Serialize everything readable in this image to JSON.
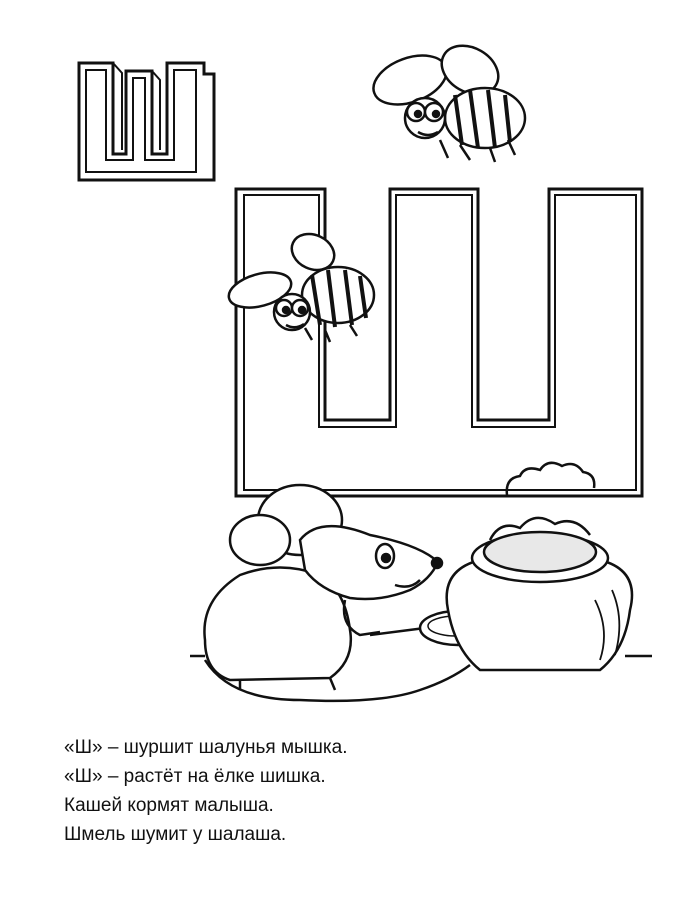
{
  "page": {
    "letter": "Ш",
    "ink_color": "#111111",
    "paper_color": "#ffffff",
    "poem": {
      "lines": [
        "«Ш» – шуршит шалунья мышка.",
        "«Ш» – растёт на ёлке шишка.",
        "Кашей кормят малыша.",
        "Шмель шумит у шалаша."
      ]
    }
  }
}
